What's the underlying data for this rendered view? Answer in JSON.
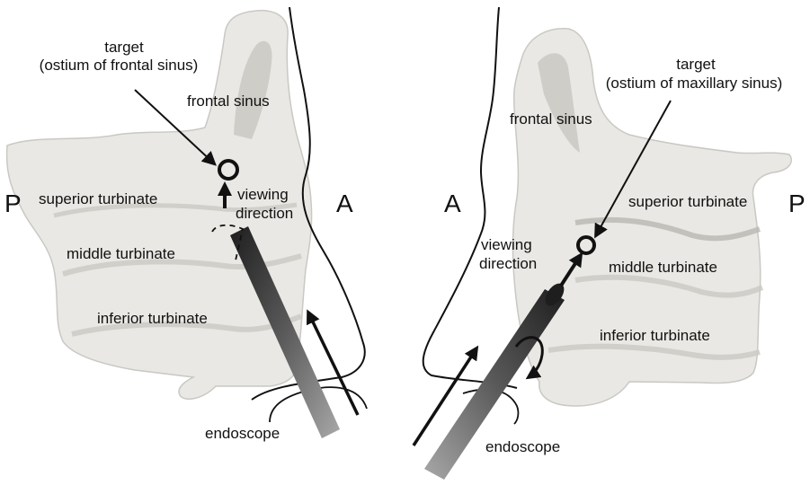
{
  "colors": {
    "tissue": "#e9e8e4",
    "tissue_edge": "#c9c8c3",
    "tissue_shadow": "#b9b7b0",
    "ink": "#111111"
  },
  "left_panel": {
    "target_line1": "target",
    "target_line2": "(ostium of frontal sinus)",
    "frontal_sinus": "frontal sinus",
    "superior_turbinate": "superior turbinate",
    "middle_turbinate": "middle turbinate",
    "inferior_turbinate": "inferior turbinate",
    "viewing_line1": "viewing",
    "viewing_line2": "direction",
    "posterior": "P",
    "anterior": "A",
    "endoscope": "endoscope"
  },
  "right_panel": {
    "target_line1": "target",
    "target_line2": "(ostium of maxillary sinus)",
    "frontal_sinus": "frontal sinus",
    "superior_turbinate": "superior turbinate",
    "middle_turbinate": "middle turbinate",
    "inferior_turbinate": "inferior turbinate",
    "viewing_line1": "viewing",
    "viewing_line2": "direction",
    "posterior": "P",
    "anterior": "A",
    "endoscope": "endoscope"
  }
}
